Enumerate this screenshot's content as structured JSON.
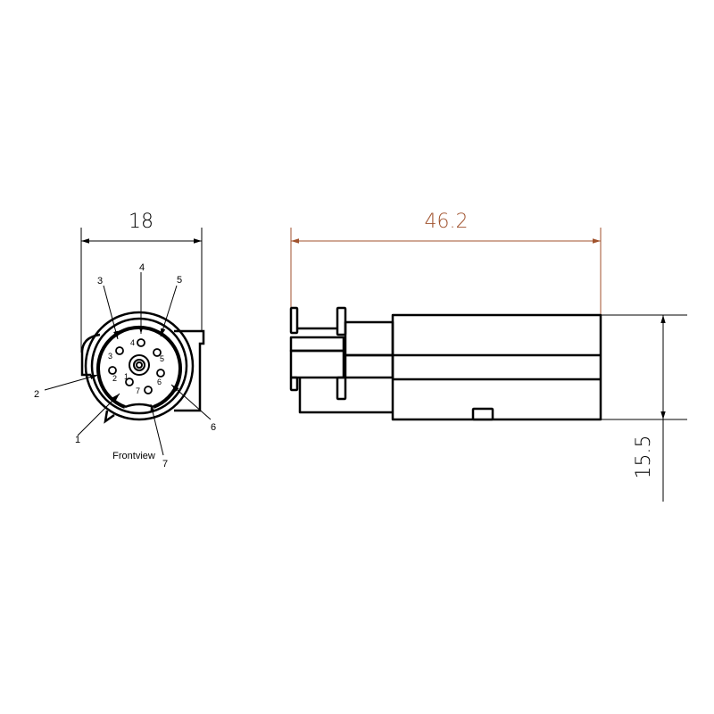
{
  "front_view": {
    "caption": "Frontview",
    "width_dimension": "18",
    "pin_labels": [
      "1",
      "2",
      "3",
      "4",
      "5",
      "6",
      "7"
    ],
    "pin_numbers_inside": [
      "1",
      "2",
      "3",
      "4",
      "5",
      "6",
      "7"
    ]
  },
  "side_view": {
    "length_dimension": "46.2",
    "height_dimension": "15.5"
  },
  "colors": {
    "outline": "#000000",
    "length_dimension": "#a0522d"
  }
}
